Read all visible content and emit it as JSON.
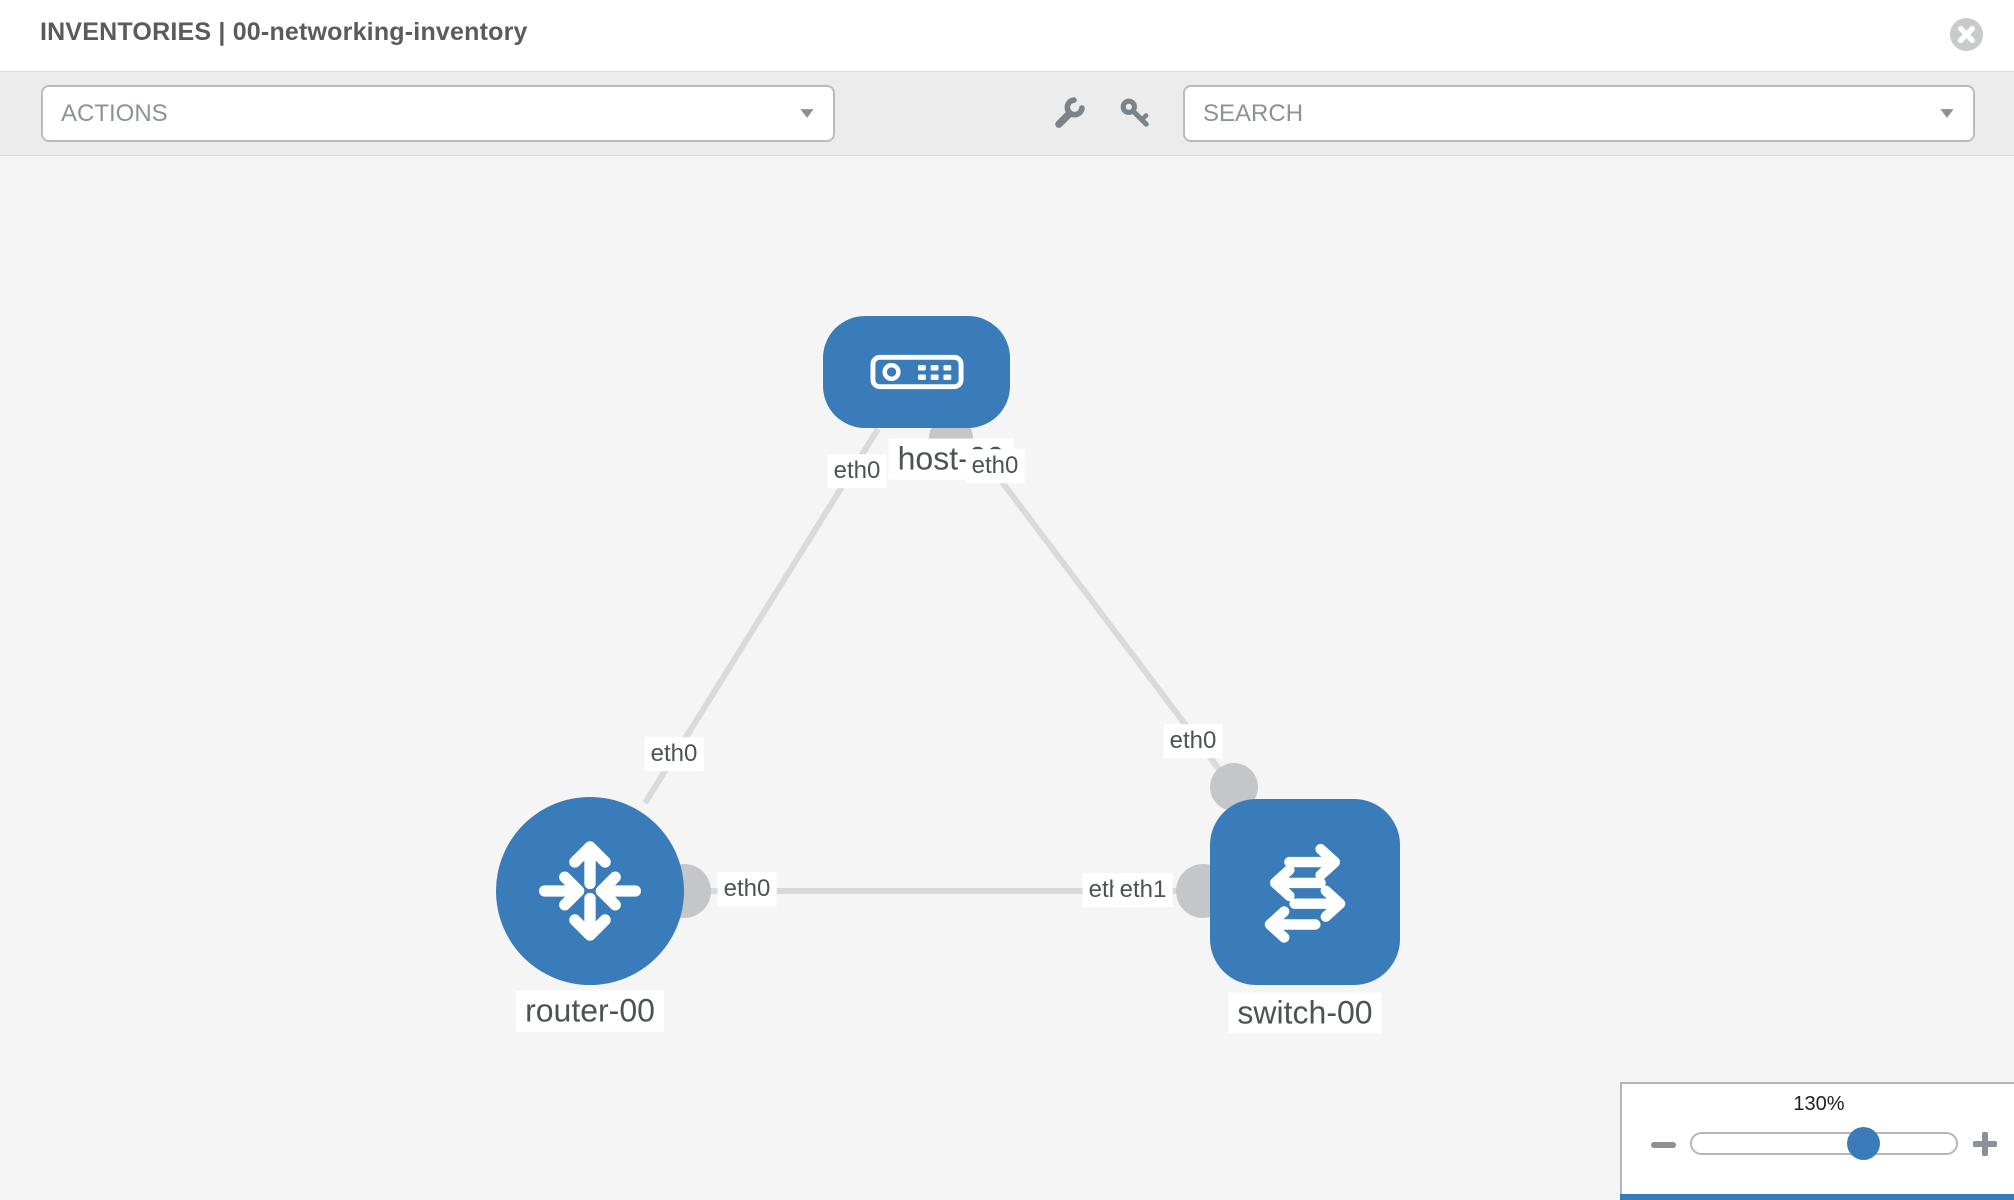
{
  "header": {
    "title": "INVENTORIES | 00-networking-inventory"
  },
  "toolbar": {
    "actions_label": "ACTIONS",
    "search_label": "SEARCH",
    "icons": [
      "wrench-icon",
      "key-icon"
    ]
  },
  "topology": {
    "nodes": {
      "host": {
        "label": "host-00",
        "type": "host",
        "shape": "rounded-rect"
      },
      "router": {
        "label": "router-00",
        "type": "router",
        "shape": "circle"
      },
      "switch": {
        "label": "switch-00",
        "type": "switch",
        "shape": "rounded-square"
      }
    },
    "links": [
      {
        "from": "host-00",
        "to": "router-00"
      },
      {
        "from": "host-00",
        "to": "switch-00"
      },
      {
        "from": "router-00",
        "to": "switch-00"
      }
    ],
    "iface_labels": {
      "host_left": "eth0",
      "host_right": "eth0",
      "host_router_mid": "eth0",
      "host_switch_mid": "eth0",
      "router_side": "eth0",
      "switch_side_back": "eth0",
      "switch_side_front": "eth1"
    }
  },
  "zoom_control": {
    "level": "130%"
  },
  "colors": {
    "node_blue": "#3a7cb9",
    "link_gray": "#d9dadb",
    "endpoint_gray": "#c5c6c8",
    "toolbar_icon_gray": "#7b838b",
    "canvas_bg": "#f5f5f6"
  }
}
